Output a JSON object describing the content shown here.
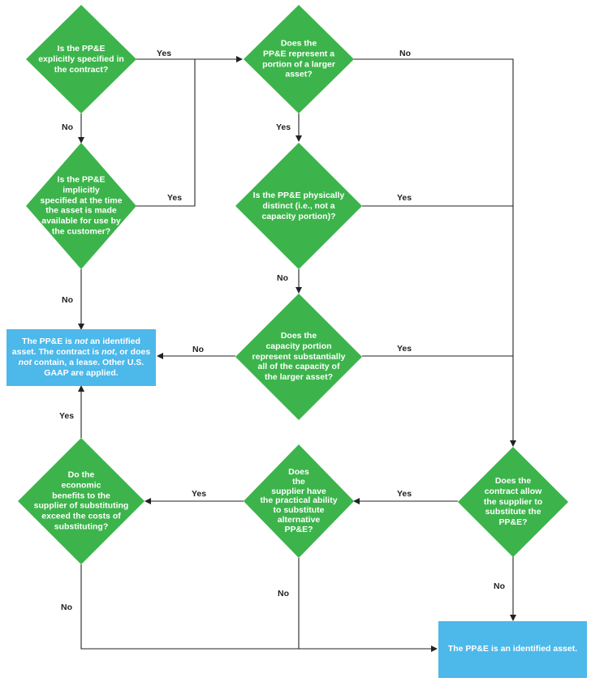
{
  "colors": {
    "decision": "#3cb44b",
    "outcome": "#4db8ea",
    "line": "#222222"
  },
  "nodes": {
    "q1": {
      "lines": [
        "Is the PP&E",
        "explicitly specified in",
        "the contract?"
      ]
    },
    "q2": {
      "lines": [
        "Is the PP&E",
        "implicitly",
        "specified at the time",
        "the asset is made",
        "available for use by",
        "the customer?"
      ]
    },
    "q3": {
      "lines": [
        "Does the",
        "PP&E represent a",
        "portion of a larger",
        "asset?"
      ]
    },
    "q4": {
      "lines": [
        "Is the PP&E physically",
        "distinct (i.e., not a",
        "capacity portion)?"
      ]
    },
    "q5": {
      "lines": [
        "Does the",
        "capacity portion",
        "represent substantially",
        "all of the capacity of",
        "the larger asset?"
      ]
    },
    "q6": {
      "lines": [
        "Does the",
        "contract allow",
        "the supplier to",
        "substitute the",
        "PP&E?"
      ]
    },
    "q7": {
      "lines": [
        "Does",
        "the",
        "supplier have",
        "the practical ability",
        "to substitute",
        "alternative",
        "PP&E?"
      ]
    },
    "q8": {
      "lines": [
        "Do the",
        "economic",
        "benefits to the",
        "supplier of substituting",
        "exceed the costs of",
        "substituting?"
      ]
    }
  },
  "outcomes": {
    "not_identified": {
      "l1a": "The PP&E is ",
      "l1em": "not",
      "l1b": " an identified",
      "l2a": "asset. The contract is ",
      "l2em": "not",
      "l2b": ", or does",
      "l3em": "not",
      "l3b": " contain, a lease. Other U.S.",
      "l4": "GAAP are applied."
    },
    "identified": {
      "text": "The PP&E is an identified asset."
    }
  },
  "labels": {
    "q1_yes": "Yes",
    "q1_no": "No",
    "q2_yes": "Yes",
    "q2_no": "No",
    "q3_no": "No",
    "q3_yes": "Yes",
    "q4_yes": "Yes",
    "q4_no": "No",
    "q5_no": "No",
    "q5_yes": "Yes",
    "q6_yes": "Yes",
    "q6_no": "No",
    "q7_yes": "Yes",
    "q7_no": "No",
    "q8_yes": "Yes",
    "q8_no": "No"
  }
}
